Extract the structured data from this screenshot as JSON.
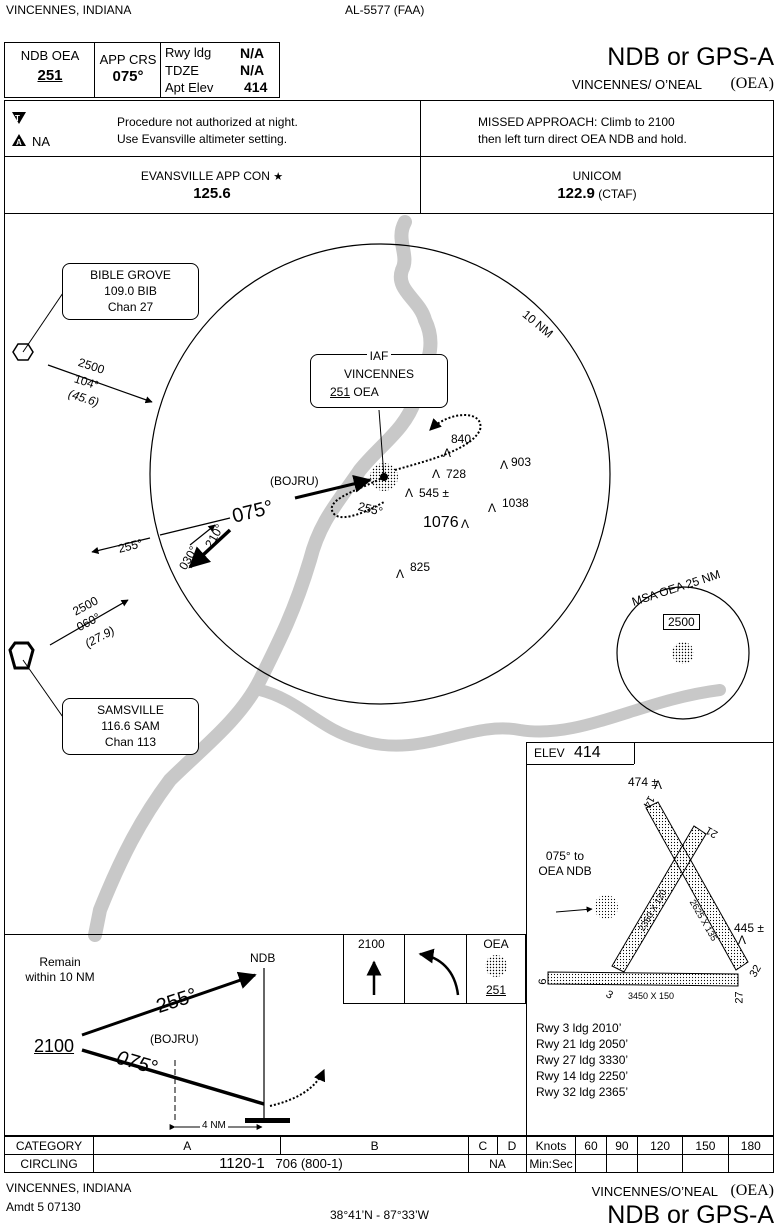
{
  "header": {
    "location": "VINCENNES, INDIANA",
    "chart_id": "AL-5577 (FAA)",
    "title": "NDB or GPS-A",
    "airport": "VINCENNES/ O’NEAL",
    "airport_id": "(OEA)",
    "ndb_label": "NDB  OEA",
    "ndb_freq": "251",
    "app_crs_label": "APP CRS",
    "app_crs": "075°",
    "rwy_ldg_label": "Rwy ldg",
    "rwy_ldg": "N/A",
    "tdze_label": "TDZE",
    "tdze": "N/A",
    "apt_elev_label": "Apt Elev",
    "apt_elev": "414"
  },
  "notes": {
    "na_label": "NA",
    "line1": "Procedure not authorized at night.",
    "line2": "Use Evansville altimeter setting.",
    "missed1": "MISSED APPROACH:  Climb to 2100",
    "missed2": "then left turn direct OEA NDB and hold."
  },
  "comms": {
    "app_con_label": "EVANSVILLE APP CON",
    "app_con_star": "★",
    "app_con_freq": "125.6",
    "unicom_label": "UNICOM",
    "unicom_freq": "122.9",
    "unicom_note": "(CTAF)"
  },
  "plan": {
    "bible_grove": {
      "name": "BIBLE GROVE",
      "freq": "109.0 BIB",
      "chan": "Chan 27"
    },
    "samsville": {
      "name": "SAMSVILLE",
      "freq": "116.6 SAM",
      "chan": "Chan 113"
    },
    "route1": {
      "alt": "2500",
      "crs": "104°",
      "dist": "(45.6)"
    },
    "route2": {
      "alt": "2500",
      "crs": "060°",
      "dist": "(27.9)"
    },
    "ring_label": "10 NM",
    "iaf": {
      "label": "IAF",
      "name": "VINCENNES",
      "freq": "251",
      "id": "OEA"
    },
    "bojru": "(BOJRU)",
    "inbound_crs": "075°",
    "outbound_crs": "255°",
    "hold_crs": "255°",
    "pt_out": "030°",
    "pt_in": "210°",
    "obstacles": [
      "840",
      "903",
      "728",
      "545 ±",
      "1038",
      "1076",
      "825"
    ],
    "msa": {
      "label": "MSA OEA 25 NM",
      "alt": "2500"
    }
  },
  "airport_diagram": {
    "elev_label": "ELEV",
    "elev": "414",
    "obst1": "474 ±",
    "obst2": "445 ±",
    "crs_note1": "075° to",
    "crs_note2": "OEA NDB",
    "rwy_labels": [
      "14",
      "21",
      "32",
      "27",
      "9",
      "3"
    ],
    "dims": [
      "2350 X 120",
      "2625 X 135",
      "3450 X 150"
    ],
    "ldg": [
      "Rwy 3 ldg 2010’",
      "Rwy 21 ldg 2050’",
      "Rwy 27 ldg 3330’",
      "Rwy 14 ldg 2250’",
      "Rwy 32 ldg 2365’"
    ]
  },
  "profile": {
    "remain1": "Remain",
    "remain2": "within 10 NM",
    "ndb": "NDB",
    "crs_out": "255°",
    "crs_in": "075°",
    "alt": "2100",
    "bojru": "(BOJRU)",
    "dist": "4 NM",
    "missed_alt": "2100",
    "missed_fix": "OEA",
    "missed_freq": "251"
  },
  "minimums": {
    "cat_label": "CATEGORY",
    "cats": [
      "A",
      "B",
      "C",
      "D"
    ],
    "circ_label": "CIRCLING",
    "circ_ab_a": "1120-1",
    "circ_ab_b": "706 (800-1)",
    "circ_cd": "NA",
    "knots_label": "Knots",
    "speeds": [
      "60",
      "90",
      "120",
      "150",
      "180"
    ],
    "minsec_label": "Min:Sec"
  },
  "footer": {
    "location": "VINCENNES, INDIANA",
    "amdt": "Amdt 5  07130",
    "coords": "38°41’N - 87°33’W",
    "airport": "VINCENNES/O’NEAL",
    "airport_id": "(OEA)",
    "title": "NDB or GPS-A"
  }
}
